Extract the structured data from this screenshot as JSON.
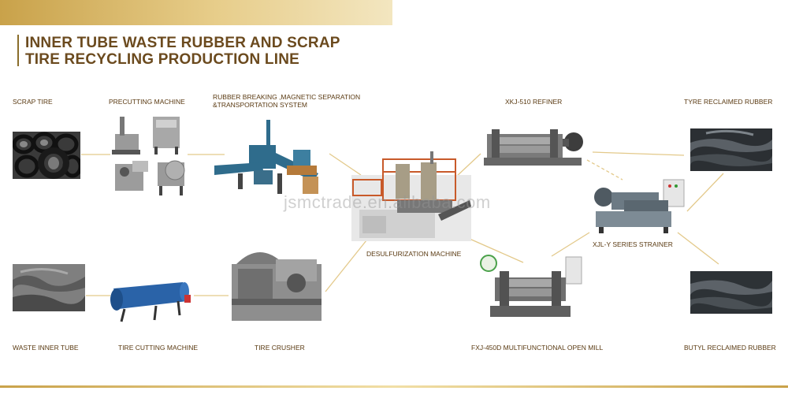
{
  "title": {
    "line1": "INNER TUBE WASTE RUBBER AND SCRAP",
    "line2": "TIRE RECYCLING PRODUCTION LINE"
  },
  "labels": {
    "scrap_tire": "SCRAP TIRE",
    "precutting_machine": "PRECUTTING MACHINE",
    "rubber_breaking_line1": "RUBBER BREAKING ,MAGNETIC SEPARATION",
    "rubber_breaking_line2": "&TRANSPORTATION SYSTEM",
    "refiner": "XKJ-510 REFINER",
    "tyre_reclaimed": "TYRE RECLAIMED RUBBER",
    "desulfurization": "DESULFURIZATION MACHINE",
    "strainer": "XJL-Y SERIES STRAINER",
    "waste_inner_tube": "WASTE INNER TUBE",
    "tire_cutting": "TIRE CUTTING MACHINE",
    "tire_crusher": "TIRE CRUSHER",
    "open_mill": "FXJ-450D MULTIFUNCTIONAL OPEN MILL",
    "butyl_reclaimed": "BUTYL RECLAIMED RUBBER"
  },
  "watermark": "jsmctrade.en.alibaba.com",
  "colors": {
    "gold": "#c9a24a",
    "title_brown": "#6b4a1e",
    "label_brown": "#5a3a12",
    "connector": "#e3c98a"
  }
}
